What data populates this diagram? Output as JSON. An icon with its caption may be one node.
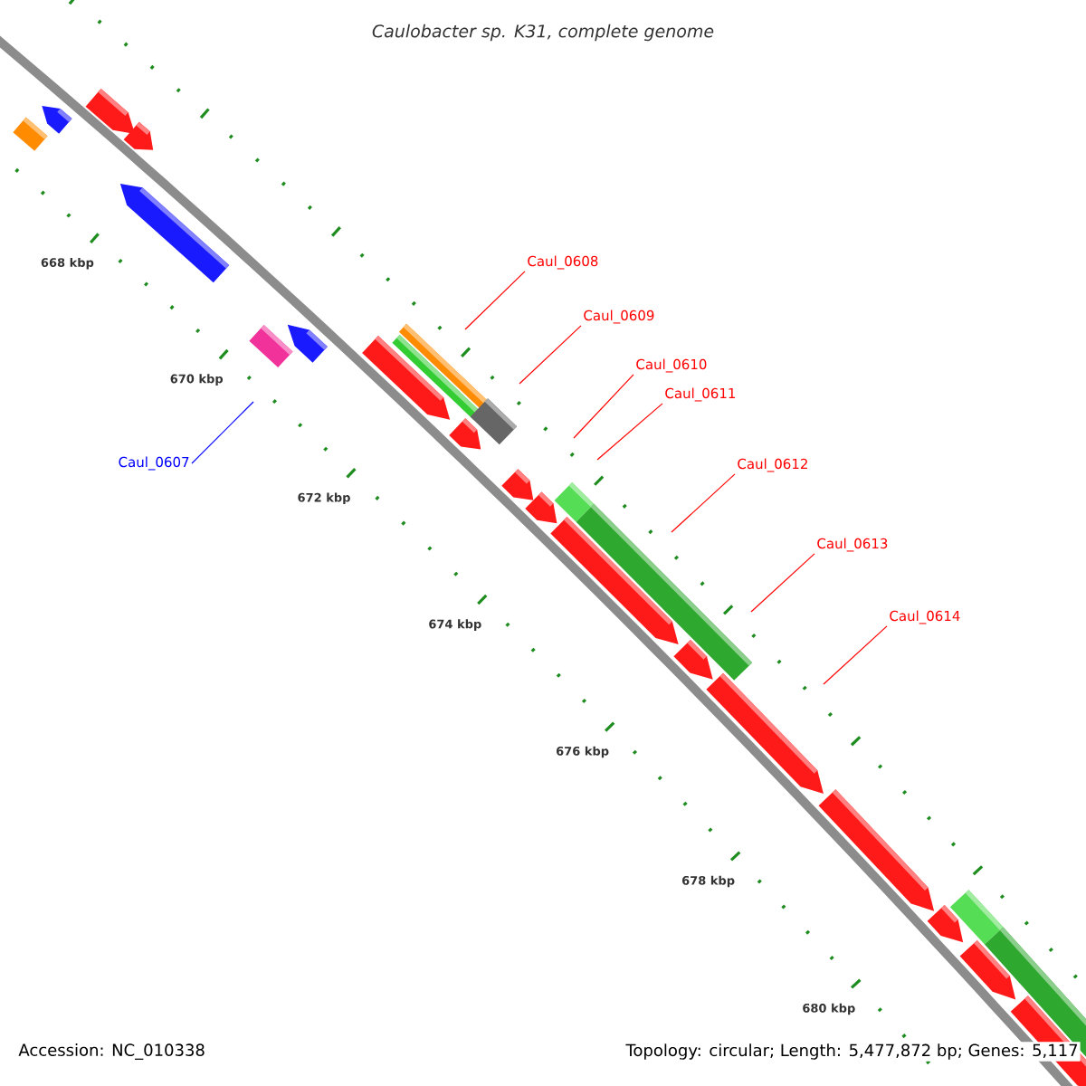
{
  "diagram": {
    "title": "Caulobacter sp. K31, complete genome",
    "nodes": [
      {
        "text": [
          "Caul_0608"
        ]
      },
      {
        "text": [
          "Caul_0609"
        ]
      },
      {
        "text": [
          "Caul_0610"
        ]
      },
      {
        "text": [
          "Caul_0611"
        ]
      },
      {
        "text": [
          "Caul_0607"
        ]
      },
      {
        "text": [
          "Caul_0612"
        ]
      },
      {
        "text": [
          "Caul_0613"
        ]
      },
      {
        "text": [
          "Caul_0614"
        ]
      }
    ],
    "edges": [
      {
        "from": 0,
        "to": null,
        "arrow": "none"
      },
      {
        "from": 1,
        "to": null,
        "arrow": "none"
      },
      {
        "from": 2,
        "to": null,
        "arrow": "none"
      },
      {
        "from": 3,
        "to": null,
        "arrow": "none"
      },
      {
        "from": 4,
        "to": null,
        "arrow": "none",
        "color": "#0000ff"
      },
      {
        "from": 5,
        "to": null,
        "arrow": "none"
      },
      {
        "from": 6,
        "to": null,
        "arrow": "none"
      },
      {
        "from": 7,
        "to": null,
        "arrow": "none"
      }
    ],
    "labels": [
      "668 kbp",
      "670 kbp",
      "672 kbp",
      "674 kbp",
      "676 kbp",
      "678 kbp",
      "680 kbp",
      "Accession: NC_010338",
      "Topology: circular; Length: 5,477,872 bp; Genes: 5,117"
    ]
  }
}
